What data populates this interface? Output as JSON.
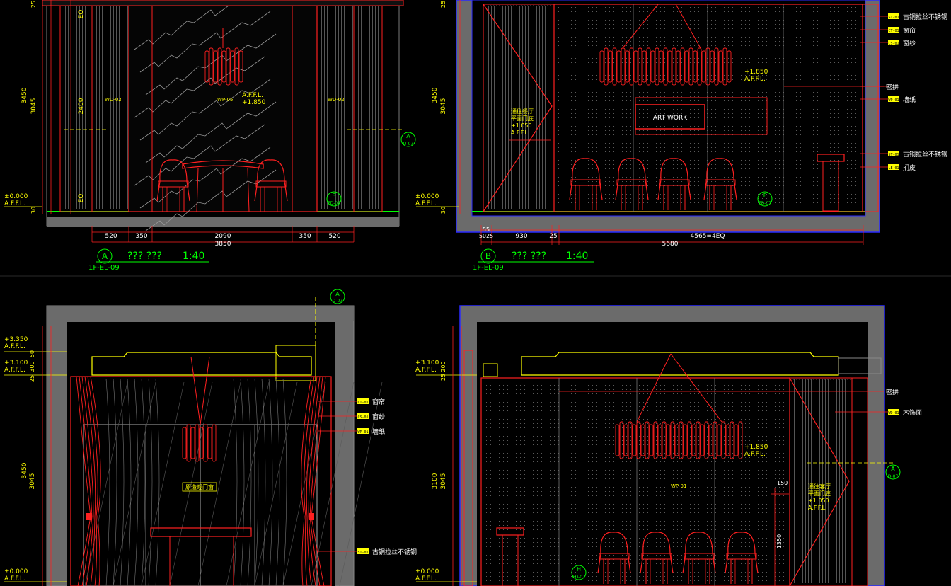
{
  "colors": {
    "background": "#000000",
    "wall": "#6b6b6b",
    "outline": "#2b2bff",
    "drawing": "#ff2020",
    "dim": "#ff2020",
    "annotation": "#ffff00",
    "title": "#00ff00",
    "floor": "#00ff00"
  },
  "views": {
    "A": {
      "letter": "A",
      "sheet": "1F-EL-09",
      "title": "??? ???",
      "scale": "1:40",
      "dims_bottom": [
        "520",
        "350",
        "2090",
        "350",
        "520"
      ],
      "dim_total": "3850",
      "dims_left": [
        "3450",
        "3045",
        "2400",
        "EQ",
        "EQ",
        "30",
        "25"
      ],
      "level_label": "±0.000",
      "affl": "A.F.F.L.",
      "lamp_level": "+1.850",
      "tags": [
        "WD-02",
        "WP-05",
        "WD-02"
      ],
      "callout": {
        "letter": "A",
        "ref": "D-07"
      },
      "callout2": {
        "letter": "B",
        "ref": "FD-07"
      }
    },
    "B": {
      "letter": "B",
      "sheet": "1F-EL-09",
      "title": "??? ???",
      "scale": "1:40",
      "dims_bottom": [
        "55",
        "5025",
        "930",
        "25",
        "4565=4EQ"
      ],
      "dim_total": "5680",
      "dims_left": [
        "3450",
        "3045",
        "30",
        "25"
      ],
      "level_label": "±0.000",
      "affl": "A.F.F.L.",
      "lamp_level": "+1.850",
      "art": "ART WORK",
      "note_lines": [
        "通往餐厅",
        "平面门底",
        "+1.050",
        "A.F.F.L."
      ],
      "legend": [
        {
          "code": "ST-01",
          "text": "古铜拉丝不锈钢"
        },
        {
          "code": "CT-01",
          "text": "窗帘"
        },
        {
          "code": "CS-01",
          "text": "窗纱"
        },
        {
          "code": "",
          "text": "密拼"
        },
        {
          "code": "WP-01",
          "text": "墙纸"
        },
        {
          "code": "ST-01",
          "text": "古铜拉丝不锈钢"
        },
        {
          "code": "LE-01",
          "text": "扪皮"
        }
      ],
      "callout": {
        "letter": "F",
        "ref": "FD-07"
      }
    },
    "C": {
      "levels": [
        {
          "value": "+3.350",
          "affl": "A.F.F.L."
        },
        {
          "value": "+3.100",
          "affl": "A.F.F.L."
        },
        {
          "value": "±0.000",
          "affl": "A.F.F.L."
        }
      ],
      "dims_left": [
        "50",
        "300",
        "25",
        "3450",
        "3045"
      ],
      "door_label": "原造观门窗",
      "legend": [
        {
          "code": "CT-01",
          "text": "窗帘"
        },
        {
          "code": "CS-01",
          "text": "窗纱"
        },
        {
          "code": "WP-01",
          "text": "墙纸"
        },
        {
          "code": "ST-01",
          "text": "古铜拉丝不锈钢"
        }
      ],
      "callout": {
        "letter": "A",
        "ref": "D-07"
      }
    },
    "D": {
      "levels": [
        {
          "value": "+3.100",
          "affl": "A.F.F.L."
        },
        {
          "value": "±0.000",
          "affl": "A.F.F.L."
        }
      ],
      "dims_left": [
        "25",
        "200",
        "3100",
        "3045"
      ],
      "lamp_level": "+1.850",
      "tag": "WP-01",
      "note_lines": [
        "通往客厅",
        "平面门底",
        "+1.050",
        "A.F.F.L."
      ],
      "dims_right": [
        "150",
        "1350"
      ],
      "legend": [
        {
          "code": "",
          "text": "密拼"
        },
        {
          "code": "WD-01",
          "text": "木饰面"
        }
      ],
      "callout": {
        "letter": "A",
        "ref": "D-07"
      },
      "callout2": {
        "letter": "H",
        "ref": "FD-07"
      }
    }
  }
}
